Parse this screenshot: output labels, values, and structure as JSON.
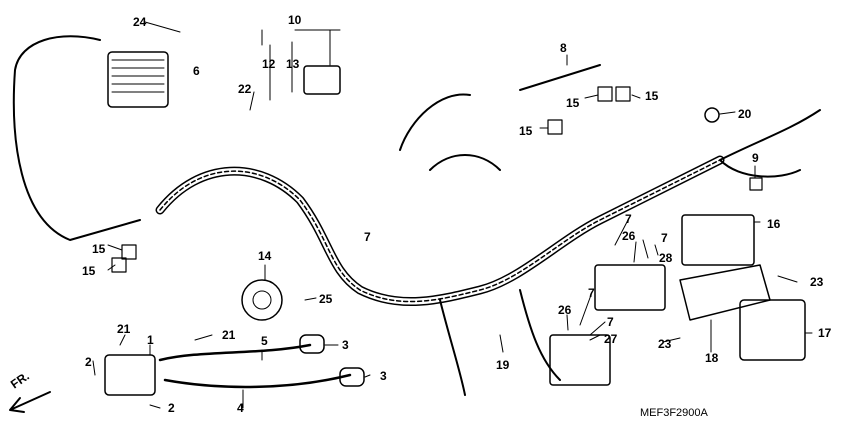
{
  "diagram": {
    "code": "MEF3F2900A",
    "direction_label": "FR.",
    "callouts": [
      {
        "id": "c24",
        "text": "24"
      },
      {
        "id": "c10",
        "text": "10"
      },
      {
        "id": "c12",
        "text": "12"
      },
      {
        "id": "c13",
        "text": "13"
      },
      {
        "id": "c6",
        "text": "6"
      },
      {
        "id": "c22",
        "text": "22"
      },
      {
        "id": "c8",
        "text": "8"
      },
      {
        "id": "c15a",
        "text": "15"
      },
      {
        "id": "c15b",
        "text": "15"
      },
      {
        "id": "c15c",
        "text": "15"
      },
      {
        "id": "c20",
        "text": "20"
      },
      {
        "id": "c9",
        "text": "9"
      },
      {
        "id": "c16",
        "text": "16"
      },
      {
        "id": "c7a",
        "text": "7"
      },
      {
        "id": "c7b",
        "text": "7"
      },
      {
        "id": "c26a",
        "text": "26"
      },
      {
        "id": "c7c",
        "text": "7"
      },
      {
        "id": "c28",
        "text": "28"
      },
      {
        "id": "c15d",
        "text": "15"
      },
      {
        "id": "c15e",
        "text": "15"
      },
      {
        "id": "c14",
        "text": "14"
      },
      {
        "id": "c25",
        "text": "25"
      },
      {
        "id": "c23a",
        "text": "23"
      },
      {
        "id": "c21a",
        "text": "21"
      },
      {
        "id": "c1",
        "text": "1"
      },
      {
        "id": "c21b",
        "text": "21"
      },
      {
        "id": "c5",
        "text": "5"
      },
      {
        "id": "c3a",
        "text": "3"
      },
      {
        "id": "c2a",
        "text": "2"
      },
      {
        "id": "c3b",
        "text": "3"
      },
      {
        "id": "c2b",
        "text": "2"
      },
      {
        "id": "c4",
        "text": "4"
      },
      {
        "id": "c7d",
        "text": "7"
      },
      {
        "id": "c26b",
        "text": "26"
      },
      {
        "id": "c7e",
        "text": "7"
      },
      {
        "id": "c27",
        "text": "27"
      },
      {
        "id": "c19",
        "text": "19"
      },
      {
        "id": "c23b",
        "text": "23"
      },
      {
        "id": "c18",
        "text": "18"
      },
      {
        "id": "c17",
        "text": "17"
      }
    ]
  }
}
